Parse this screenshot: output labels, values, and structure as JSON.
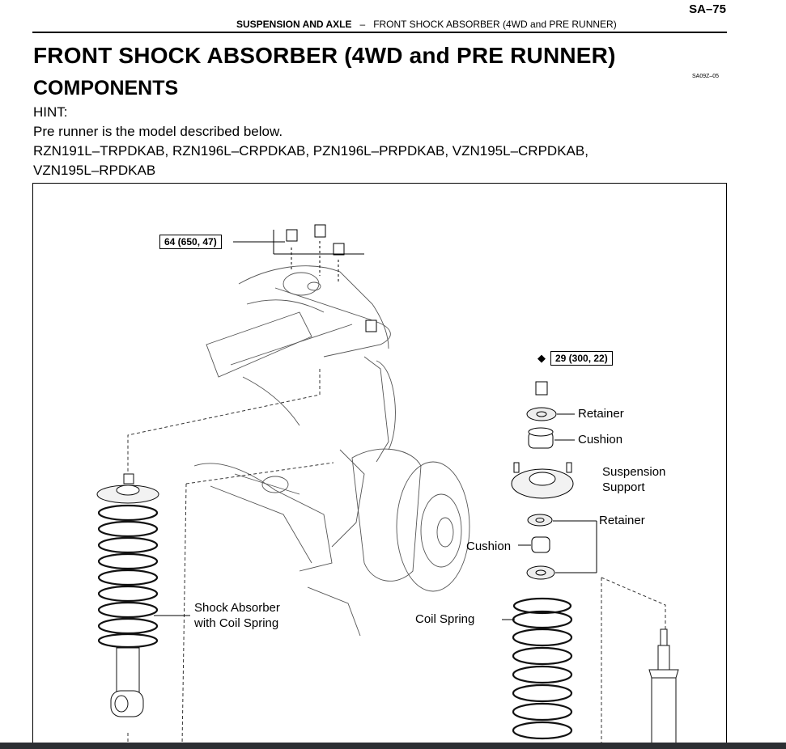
{
  "header": {
    "page_number": "SA–75",
    "section": "SUSPENSION AND AXLE",
    "separator": "–",
    "subsection": "FRONT SHOCK ABSORBER (4WD and PRE RUNNER)"
  },
  "title": "FRONT SHOCK ABSORBER (4WD and PRE RUNNER)",
  "subtitle": "COMPONENTS",
  "figure_code": "SA09Z–05",
  "hint": {
    "label": "HINT:",
    "lines": [
      "Pre runner is the model described below.",
      "RZN191L–TRPDKAB, RZN196L–CRPDKAB, PZN196L–PRPDKAB, VZN195L–CRPDKAB,",
      "VZN195L–RPDKAB"
    ]
  },
  "figure": {
    "torque_top": "64 (650, 47)",
    "torque_nut_marker": "◆",
    "torque_nut": "29 (300, 22)",
    "labels": {
      "retainer_top": "Retainer",
      "cushion_top": "Cushion",
      "suspension_support_1": "Suspension",
      "suspension_support_2": "Support",
      "retainer_lower": "Retainer",
      "cushion_lower": "Cushion",
      "shock_coil_1": "Shock Absorber",
      "shock_coil_2": "with Coil Spring",
      "coil_spring": "Coil Spring"
    }
  }
}
